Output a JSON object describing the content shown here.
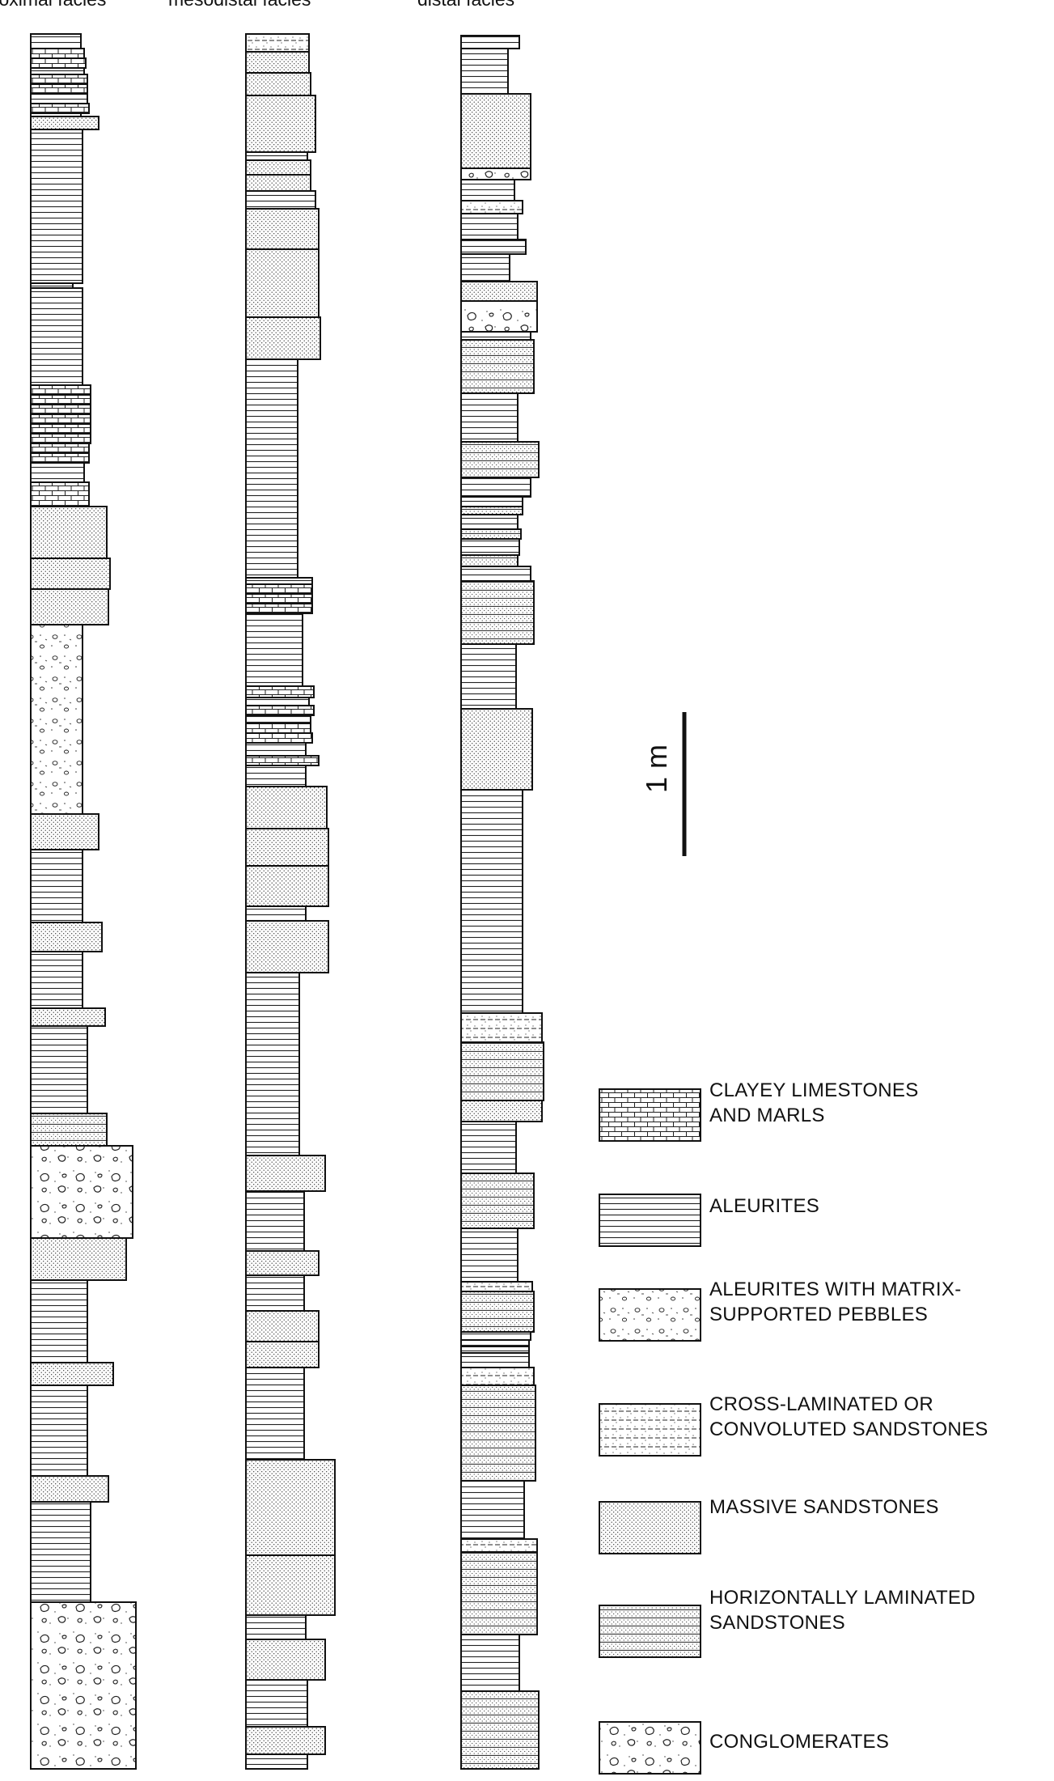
{
  "columns": [
    {
      "id": "proximal",
      "title": "proximal facies"
    },
    {
      "id": "mesodistal",
      "title": "mesodistal facies"
    },
    {
      "id": "distal",
      "title": "distal facies"
    }
  ],
  "scale_bar": {
    "label": "1 m"
  },
  "legend": [
    {
      "id": "clayey-limestones",
      "pattern": "brick",
      "lines": [
        "CLAYEY LIMESTONES",
        "AND MARLS"
      ]
    },
    {
      "id": "aleurites",
      "pattern": "hlines",
      "lines": [
        "ALEURITES"
      ]
    },
    {
      "id": "aleurites-pebbles",
      "pattern": "pebbly",
      "lines": [
        "ALEURITES WITH MATRIX-",
        "SUPPORTED PEBBLES"
      ]
    },
    {
      "id": "cross-laminated",
      "pattern": "dashed",
      "lines": [
        "CROSS-LAMINATED OR",
        "CONVOLUTED SANDSTONES"
      ]
    },
    {
      "id": "massive-sandstones",
      "pattern": "dots",
      "lines": [
        "MASSIVE SANDSTONES"
      ]
    },
    {
      "id": "horiz-laminated",
      "pattern": "hlam",
      "lines": [
        "HORIZONTALLY LAMINATED",
        "SANDSTONES"
      ]
    },
    {
      "id": "conglomerates",
      "pattern": "conglomerate",
      "lines": [
        "CONGLOMERATES"
      ]
    }
  ]
}
